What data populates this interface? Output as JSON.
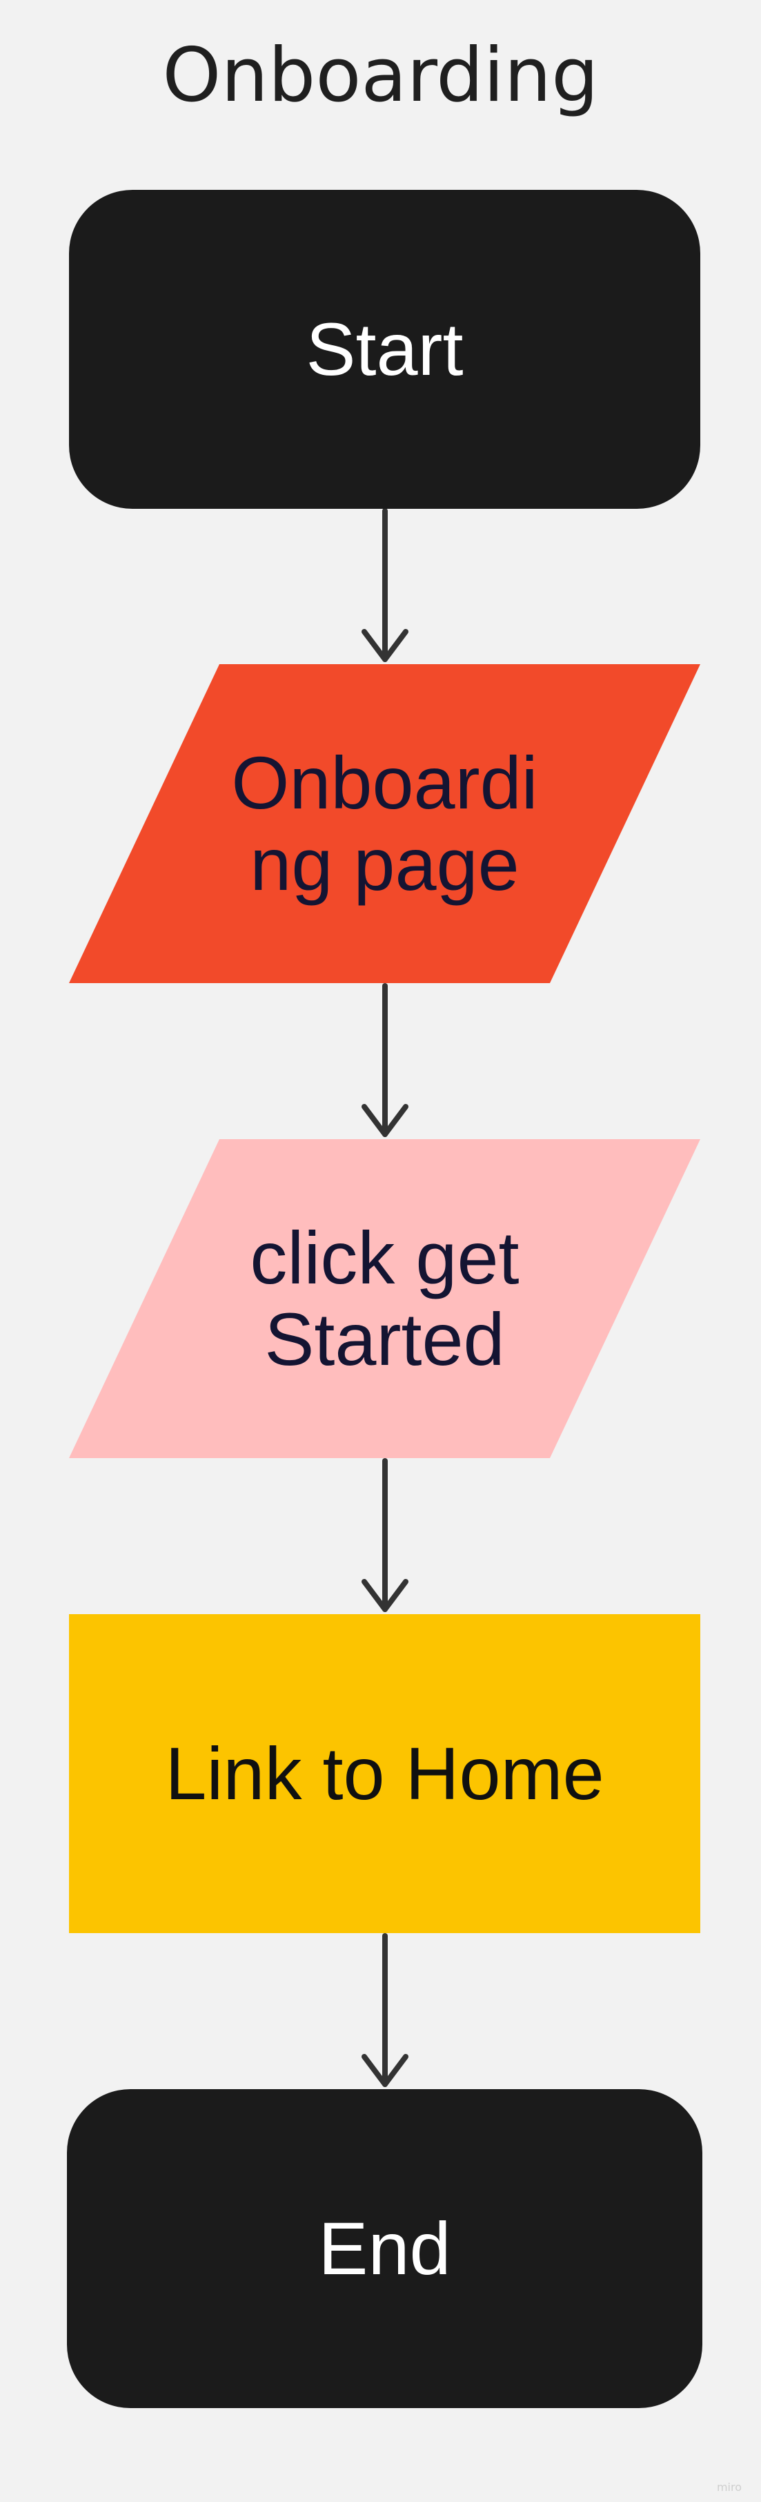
{
  "diagram": {
    "title": "Onboarding",
    "nodes": [
      {
        "id": "start",
        "shape": "terminal",
        "label": "Start",
        "fill": "#1b1b1b",
        "text_color": "#ffffff"
      },
      {
        "id": "onboarding-page",
        "shape": "parallelogram",
        "label": "Onboardi\nng page",
        "fill": "#f24a2a",
        "text_color": "#141432"
      },
      {
        "id": "click-get-started",
        "shape": "parallelogram",
        "label": "click get\nStarted",
        "fill": "#ffbdbd",
        "text_color": "#141432"
      },
      {
        "id": "link-to-home",
        "shape": "rectangle",
        "label": "Link to Home",
        "fill": "#fcc400",
        "text_color": "#101010"
      },
      {
        "id": "end",
        "shape": "terminal",
        "label": "End",
        "fill": "#1b1b1b",
        "text_color": "#ffffff"
      }
    ],
    "edges": [
      {
        "from": "start",
        "to": "onboarding-page"
      },
      {
        "from": "onboarding-page",
        "to": "click-get-started"
      },
      {
        "from": "click-get-started",
        "to": "link-to-home"
      },
      {
        "from": "link-to-home",
        "to": "end"
      }
    ],
    "watermark": "miro"
  }
}
